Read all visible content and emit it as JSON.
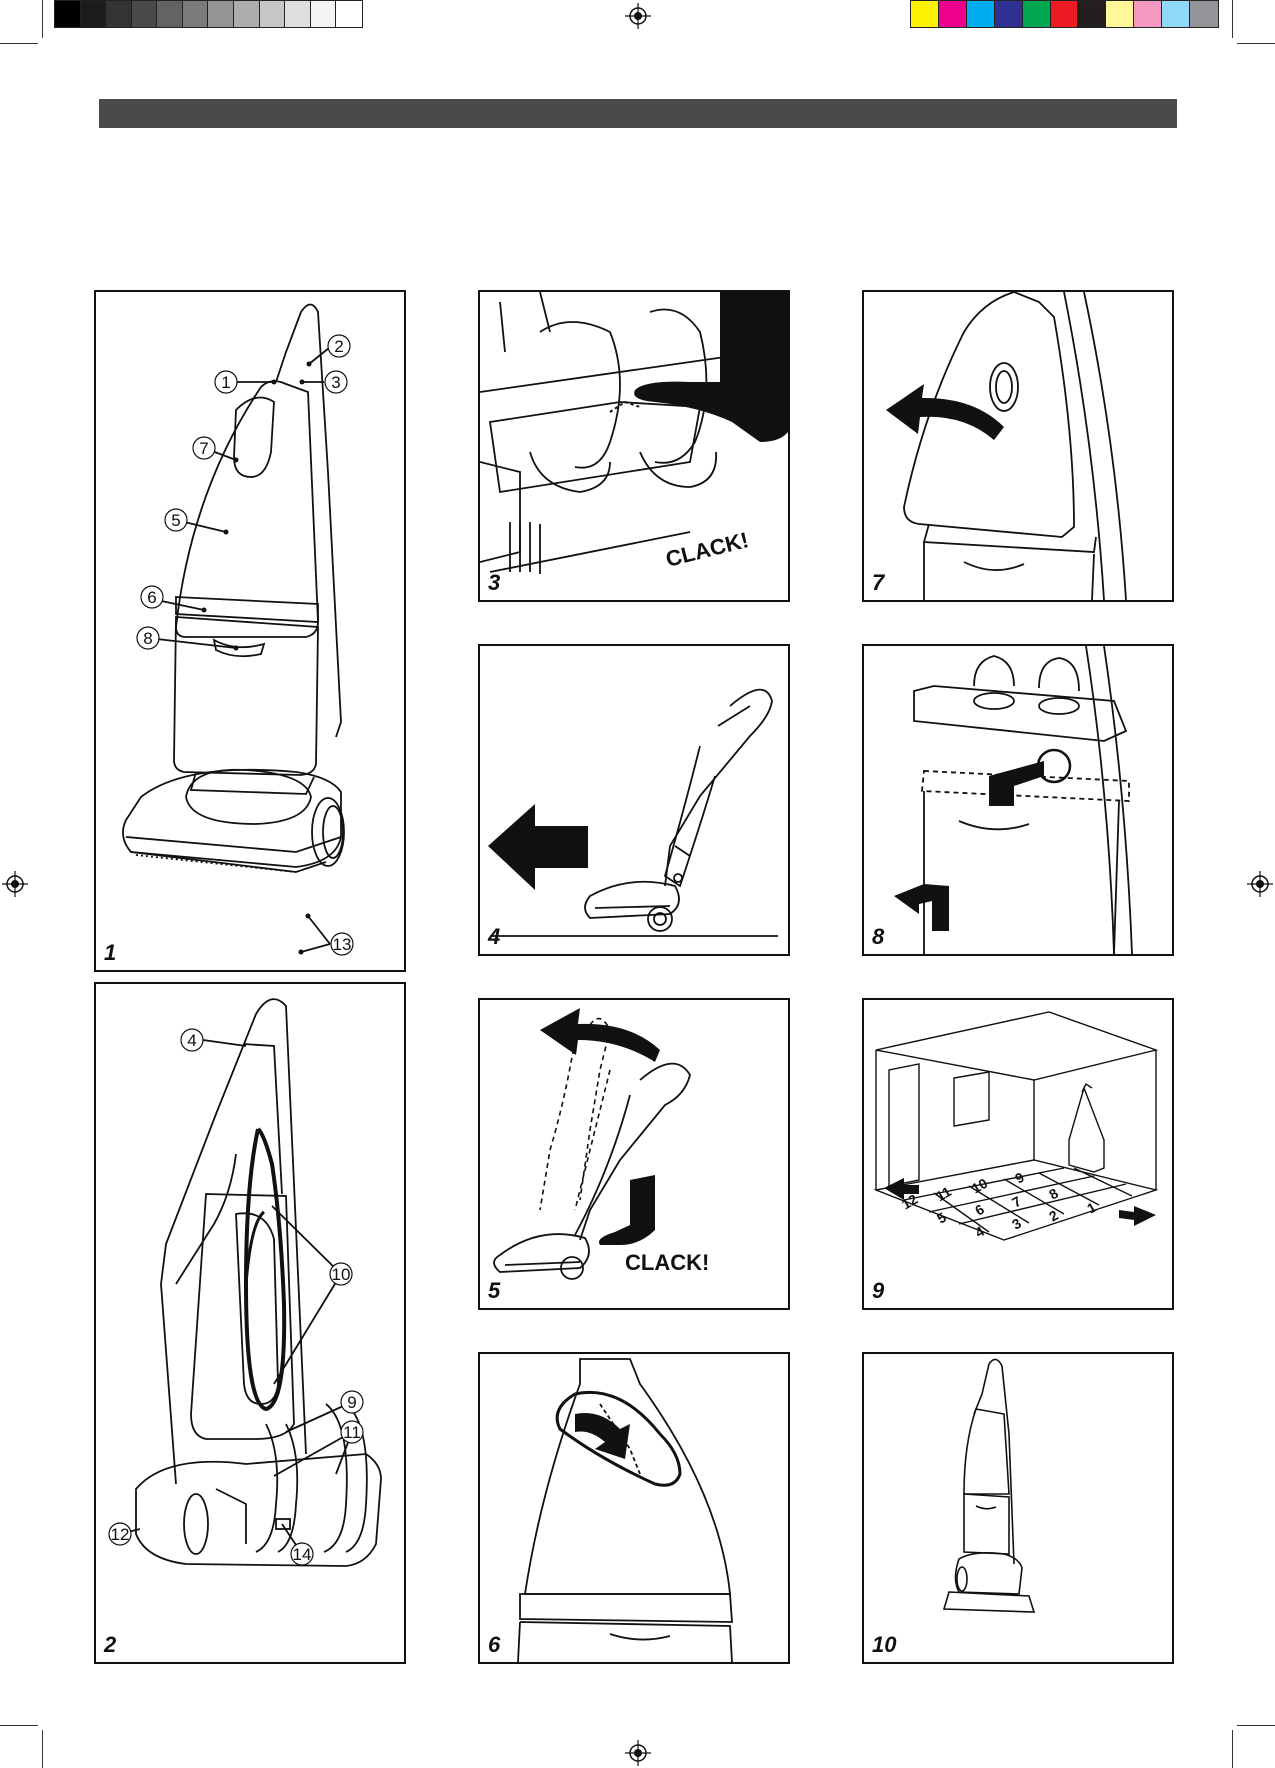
{
  "print_marks": {
    "grey_swatches": [
      "#000000",
      "#1c1c1c",
      "#333333",
      "#4a4a4a",
      "#636363",
      "#7b7b7b",
      "#959595",
      "#adadad",
      "#c6c6c6",
      "#dedede",
      "#f4f4f4",
      "#ffffff"
    ],
    "color_swatches": [
      "#fff200",
      "#ec008c",
      "#00aeef",
      "#2e3192",
      "#00a651",
      "#ed1c24",
      "#231f20",
      "#fff799",
      "#f49ac1",
      "#8ed8f8",
      "#939598"
    ],
    "registration_icon": "registration-target-icon"
  },
  "figures": {
    "fig1": {
      "number": "1",
      "callouts": [
        "1",
        "2",
        "3",
        "7",
        "5",
        "6",
        "8",
        "13"
      ]
    },
    "fig2": {
      "number": "2",
      "callouts": [
        "4",
        "10",
        "9",
        "11",
        "12",
        "14"
      ]
    },
    "fig3": {
      "number": "3",
      "caption": "CLACK!"
    },
    "fig4": {
      "number": "4"
    },
    "fig5": {
      "number": "5",
      "caption": "CLACK!"
    },
    "fig6": {
      "number": "6"
    },
    "fig7": {
      "number": "7"
    },
    "fig8": {
      "number": "8"
    },
    "fig9": {
      "number": "9",
      "floor_numbers": [
        "12",
        "11",
        "10",
        "9",
        "5",
        "6",
        "7",
        "8",
        "4",
        "3",
        "2",
        "1"
      ]
    },
    "fig10": {
      "number": "10"
    }
  }
}
